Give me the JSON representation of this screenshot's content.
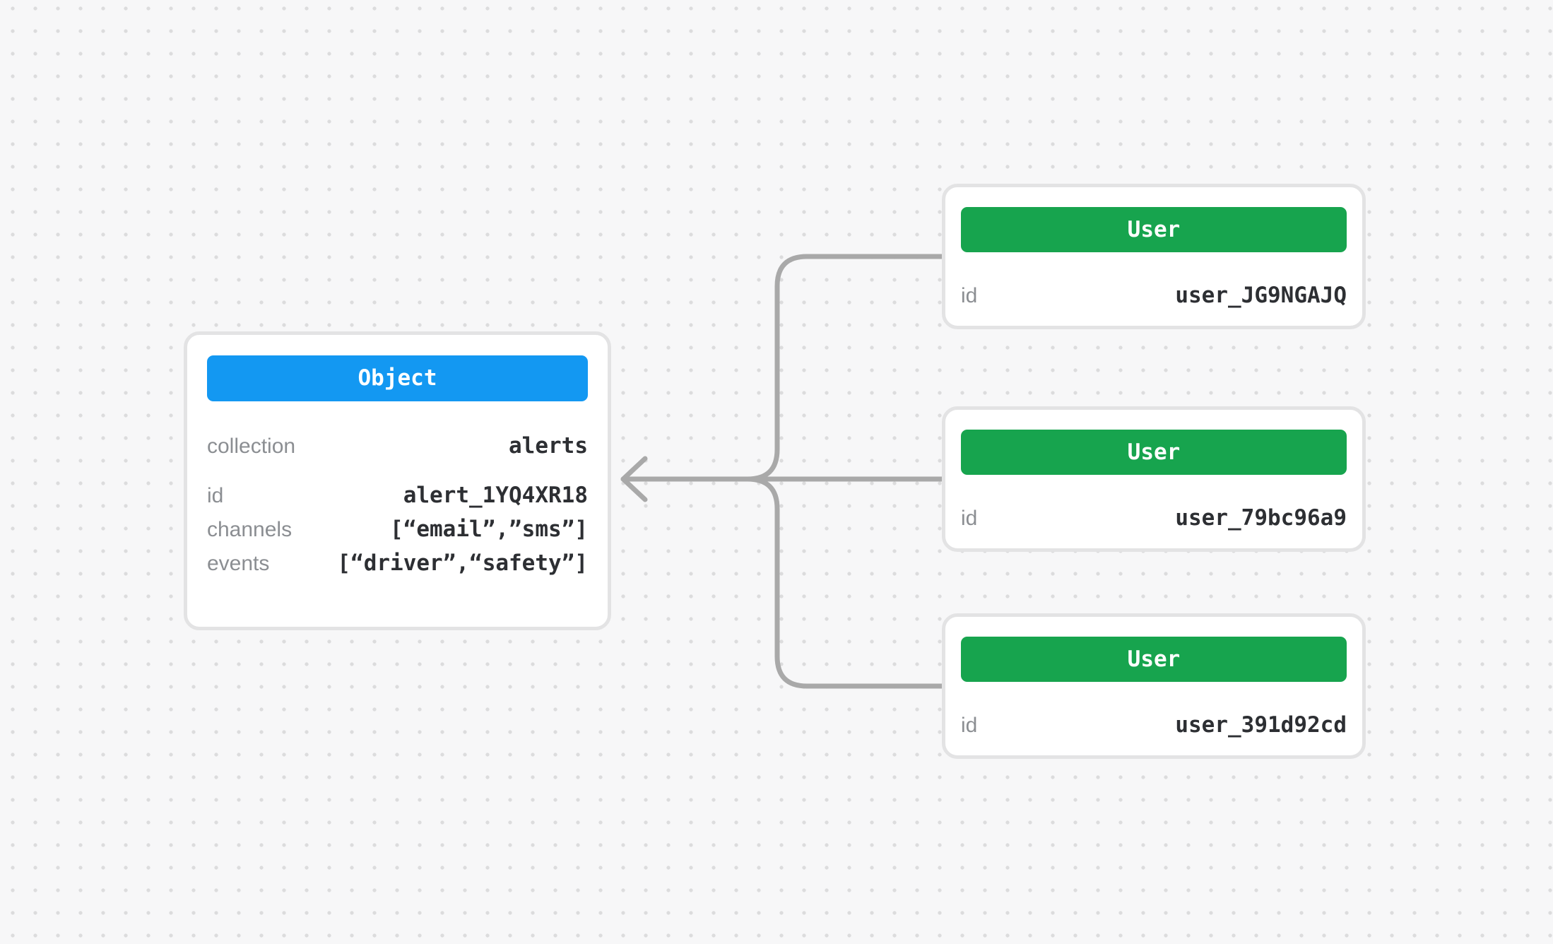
{
  "theme": {
    "object_header_color": "#1398f2",
    "user_header_color": "#17a44e",
    "connector_color": "#a9a9a9",
    "card_border_color": "#e3e3e4",
    "card_background_color": "#ffffff",
    "label_color": "#8b8e92",
    "value_color": "#2d2f33",
    "header_text_color": "#ffffff",
    "background_color": "#f7f7f8",
    "dot_color": "#dcdcdd"
  },
  "object_card": {
    "header": "Object",
    "fields": [
      {
        "label": "collection",
        "value": "alerts"
      },
      {
        "label": "id",
        "value": "alert_1YQ4XR18"
      },
      {
        "label": "channels",
        "value": "[“email”,”sms”]"
      },
      {
        "label": "events",
        "value": "[“driver”,“safety”]"
      }
    ]
  },
  "user_cards": [
    {
      "header": "User",
      "fields": [
        {
          "label": "id",
          "value": "user_JG9NGAJQ"
        }
      ]
    },
    {
      "header": "User",
      "fields": [
        {
          "label": "id",
          "value": "user_79bc96a9"
        }
      ]
    },
    {
      "header": "User",
      "fields": [
        {
          "label": "id",
          "value": "user_391d92cd"
        }
      ]
    }
  ]
}
